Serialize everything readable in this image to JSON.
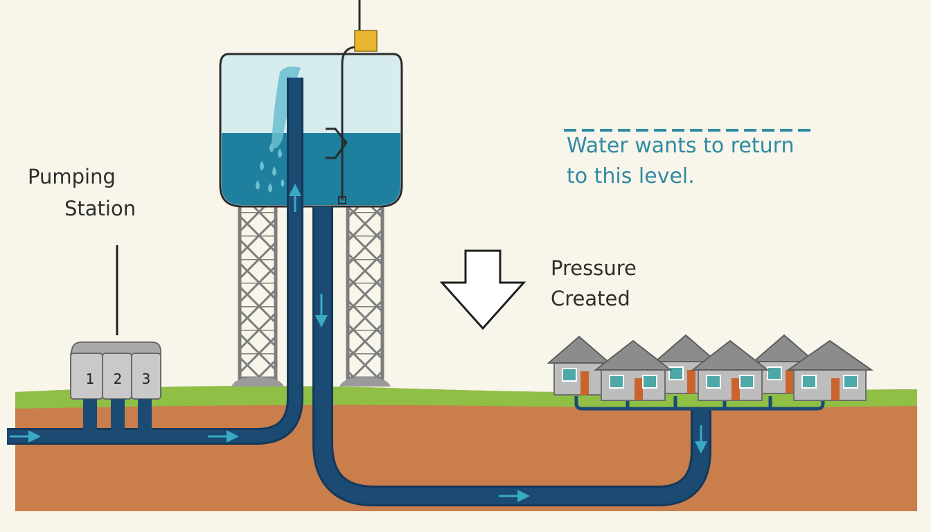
{
  "labels": {
    "pumping_station": [
      "Pumping",
      "Station"
    ],
    "pressure": [
      "Pressure",
      "Created"
    ],
    "water_level_note": [
      "Water wants to return",
      "to this level."
    ]
  },
  "pump_numbers": [
    "1",
    "2",
    "3"
  ],
  "colors": {
    "background": "#f8f5ea",
    "soil": "#c97e4c",
    "grass": "#8fbf45",
    "pipe": "#1b4a73",
    "water": "#1e7f9f",
    "tank_air": "#d6ecef",
    "tower_steel": "#7d7d7d",
    "house": "#bdbdbd",
    "roof": "#8c8c8c",
    "door": "#c8642c",
    "window": "#4ea8a8",
    "accent_text": "#2f8aa3",
    "sensor": "#e9b52e"
  }
}
